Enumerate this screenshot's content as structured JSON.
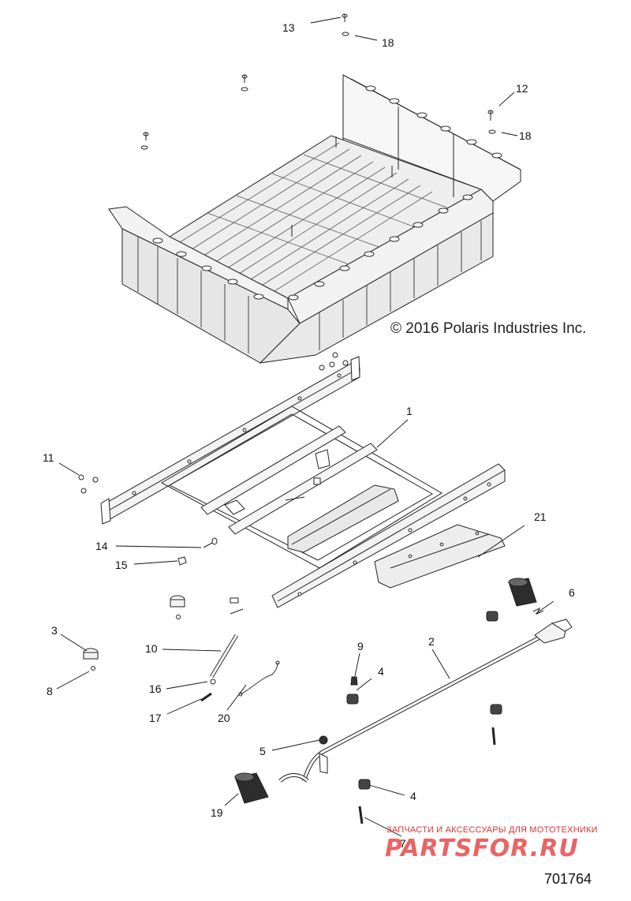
{
  "copyright": "© 2016 Polaris Industries Inc.",
  "doc_number": "701764",
  "watermark": {
    "tagline": "ЗАПЧАСТИ И АКСЕССУАРЫ ДЛЯ МОТОТЕХНИКИ",
    "brand": "PARTSFOR.RU"
  },
  "callouts": {
    "c1": "1",
    "c2": "2",
    "c3": "3",
    "c4a": "4",
    "c4b": "4",
    "c5": "5",
    "c6": "6",
    "c7": "7",
    "c8": "8",
    "c9": "9",
    "c10": "10",
    "c11": "11",
    "c12": "12",
    "c13": "13",
    "c14": "14",
    "c15": "15",
    "c16": "16",
    "c17": "17",
    "c18a": "18",
    "c18b": "18",
    "c19": "19",
    "c20": "20",
    "c21": "21"
  }
}
